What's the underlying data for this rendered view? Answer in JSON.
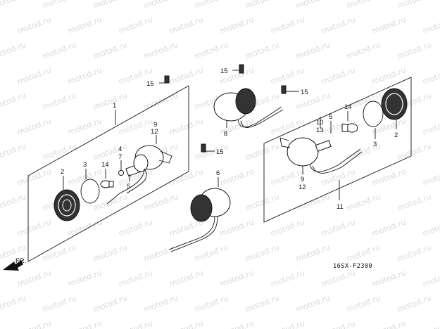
{
  "watermark": "motod.ru",
  "diagram_code": "16SX-F2300",
  "fr_label": "FR.",
  "labels": {
    "l1": "1",
    "l2a": "2",
    "l3a": "3",
    "l14a": "14",
    "l4": "4",
    "l7": "7",
    "l5a": "5",
    "l9a": "9",
    "l12a": "12",
    "l15a": "15",
    "l15b": "15",
    "l15c": "15",
    "l15d": "15",
    "l8": "8",
    "l6": "6",
    "l14b": "14",
    "l10": "10",
    "l13": "13",
    "l5b": "5",
    "l2b": "2",
    "l3b": "3",
    "l9b": "9",
    "l12b": "12",
    "l11": "11"
  }
}
